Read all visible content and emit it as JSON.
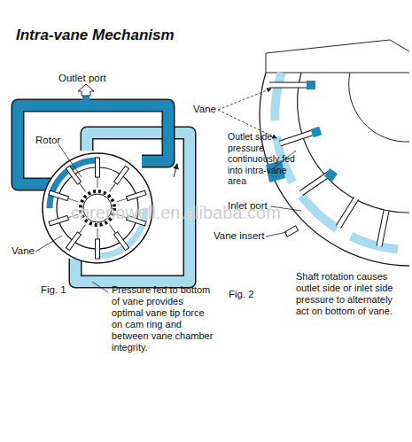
{
  "diagram": {
    "title": "Intra-vane Mechanism",
    "labels": [
      "Outlet port",
      "Rotor",
      "Vane",
      "Fig. 1",
      "Pressure fed to bottom of vane provides optimal vane tip force on cam ring and between vane chamber integrity.",
      "Vane",
      "Outlet side pressure continuously fed into intra-vane area",
      "Inlet port",
      "Vane insert",
      "Fig. 2",
      "Shaft rotation causes outlet side or inlet side pressure to alternately act on bottom of vane.",
      "cnrenowell.en.alibaba.com"
    ]
  }
}
